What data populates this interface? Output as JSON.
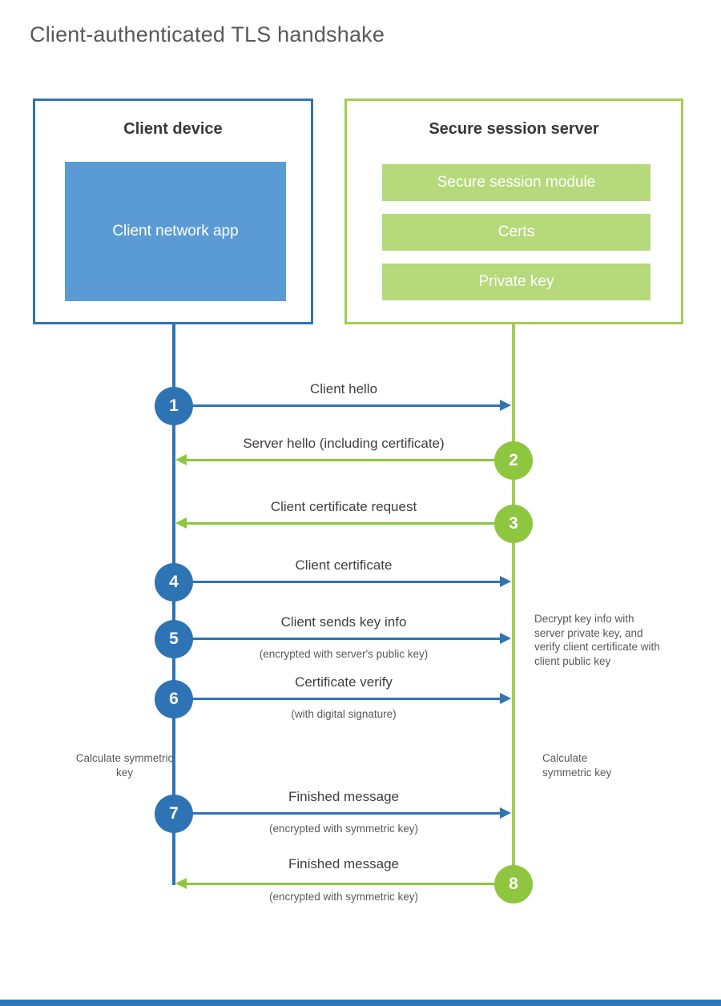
{
  "title": "Client-authenticated TLS handshake",
  "client": {
    "title": "Client device",
    "app_label": "Client network app"
  },
  "server": {
    "title": "Secure session server",
    "modules": [
      "Secure session module",
      "Certs",
      "Private key"
    ]
  },
  "steps": [
    {
      "num": "1",
      "label": "Client hello",
      "sub": "",
      "from": "client",
      "direction": "right"
    },
    {
      "num": "2",
      "label": "Server hello (including certificate)",
      "sub": "",
      "from": "server",
      "direction": "left"
    },
    {
      "num": "3",
      "label": "Client certificate request",
      "sub": "",
      "from": "server",
      "direction": "left"
    },
    {
      "num": "4",
      "label": "Client certificate",
      "sub": "",
      "from": "client",
      "direction": "right"
    },
    {
      "num": "5",
      "label": "Client sends key info",
      "sub": "(encrypted with server's public key)",
      "from": "client",
      "direction": "right"
    },
    {
      "num": "6",
      "label": "Certificate verify",
      "sub": "(with digital signature)",
      "from": "client",
      "direction": "right"
    },
    {
      "num": "7",
      "label": "Finished message",
      "sub": "(encrypted with symmetric key)",
      "from": "client",
      "direction": "right"
    },
    {
      "num": "8",
      "label": "Finished message",
      "sub": "(encrypted with symmetric key)",
      "from": "server",
      "direction": "left"
    }
  ],
  "notes": {
    "decrypt": "Decrypt key info with server private key, and verify client certificate with client public key",
    "calc_left": "Calculate symmetric key",
    "calc_right": "Calculate symmetric key"
  },
  "colors": {
    "blue_dark": "#2e74b5",
    "blue_light": "#5b9bd5",
    "green_border": "#a3cc52",
    "green_bar": "#b6d97c",
    "green_circle": "#8ec63f",
    "text_dark": "#3f3f3f",
    "text_gray": "#595959"
  }
}
